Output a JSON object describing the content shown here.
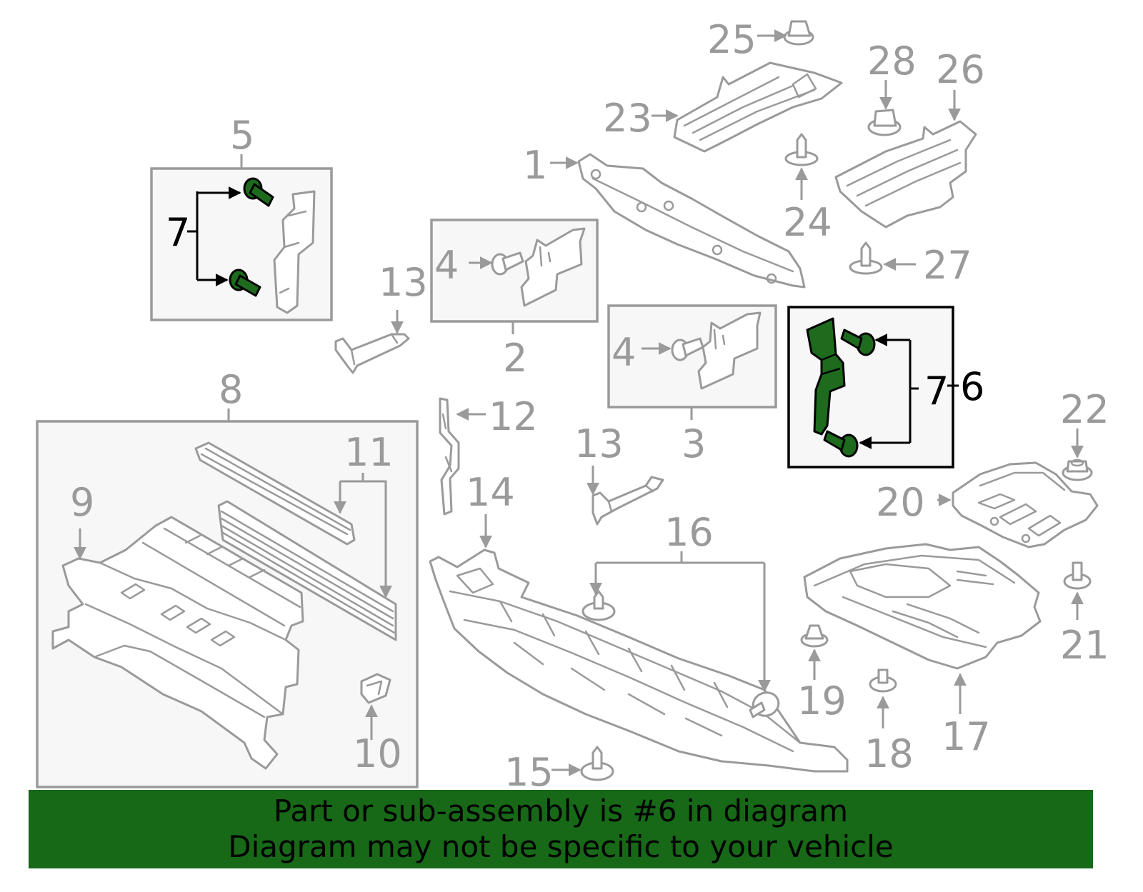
{
  "callouts": {
    "c1": "1",
    "c2": "2",
    "c3": "3",
    "c4a": "4",
    "c4b": "4",
    "c5": "5",
    "c6": "6",
    "c7a": "7",
    "c7b": "7",
    "c8": "8",
    "c9": "9",
    "c10": "10",
    "c11": "11",
    "c12": "12",
    "c13a": "13",
    "c13b": "13",
    "c14": "14",
    "c15": "15",
    "c16": "16",
    "c17": "17",
    "c18": "18",
    "c19": "19",
    "c20": "20",
    "c21": "21",
    "c22": "22",
    "c23": "23",
    "c24": "24",
    "c25": "25",
    "c26": "26",
    "c27": "27",
    "c28": "28"
  },
  "colors": {
    "highlight": "#1e6b1e",
    "banner": "#176817",
    "outline": "#9a9a9a"
  },
  "banner": {
    "line1": "Part or sub-assembly is #6 in diagram",
    "line2": "Diagram may not be specific to your vehicle"
  }
}
